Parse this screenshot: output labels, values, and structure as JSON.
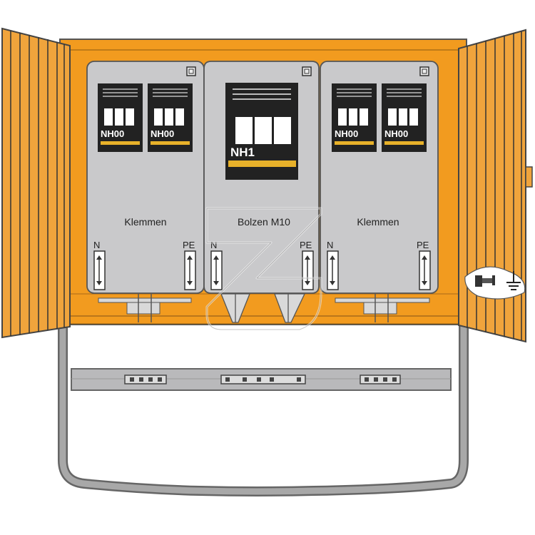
{
  "panels": [
    {
      "fuse_labels": [
        "NH00",
        "NH00"
      ],
      "terminal_label": "Klemmen",
      "left_rail_label": "N",
      "right_rail_label": "PE"
    },
    {
      "fuse_labels": [
        "NH1"
      ],
      "terminal_label": "Bolzen M10",
      "left_rail_label": "N",
      "right_rail_label": "PE"
    },
    {
      "fuse_labels": [
        "NH00",
        "NH00"
      ],
      "terminal_label": "Klemmen",
      "left_rail_label": "N",
      "right_rail_label": "PE"
    }
  ],
  "colors": {
    "cabinet_orange": "#F29B1F",
    "door_stripe": "#E8A03A",
    "panel_gray": "#C9C9CB",
    "fuse_black": "#222222",
    "fuse_yellow": "#E8B12A",
    "outline": "#555555",
    "stand_gray": "#8A8A8A"
  },
  "icons": {
    "earth": "earth-ground-icon",
    "lock": "door-lock-icon",
    "watermark": "brand-watermark-icon"
  }
}
